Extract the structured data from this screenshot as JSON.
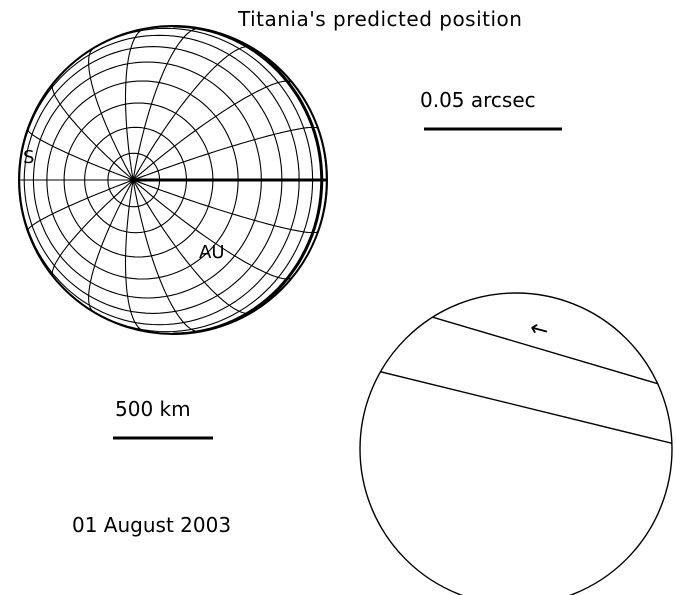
{
  "title": "Titania's predicted position",
  "angular_scale": {
    "label": "0.05 arcsec"
  },
  "linear_scale": {
    "label": "500 km"
  },
  "date": "01 August 2003",
  "globe_labels": {
    "pole": "S",
    "sub_point": "AU"
  },
  "track_direction": "←",
  "colors": {
    "ink": "#000000",
    "background": "#ffffff"
  }
}
